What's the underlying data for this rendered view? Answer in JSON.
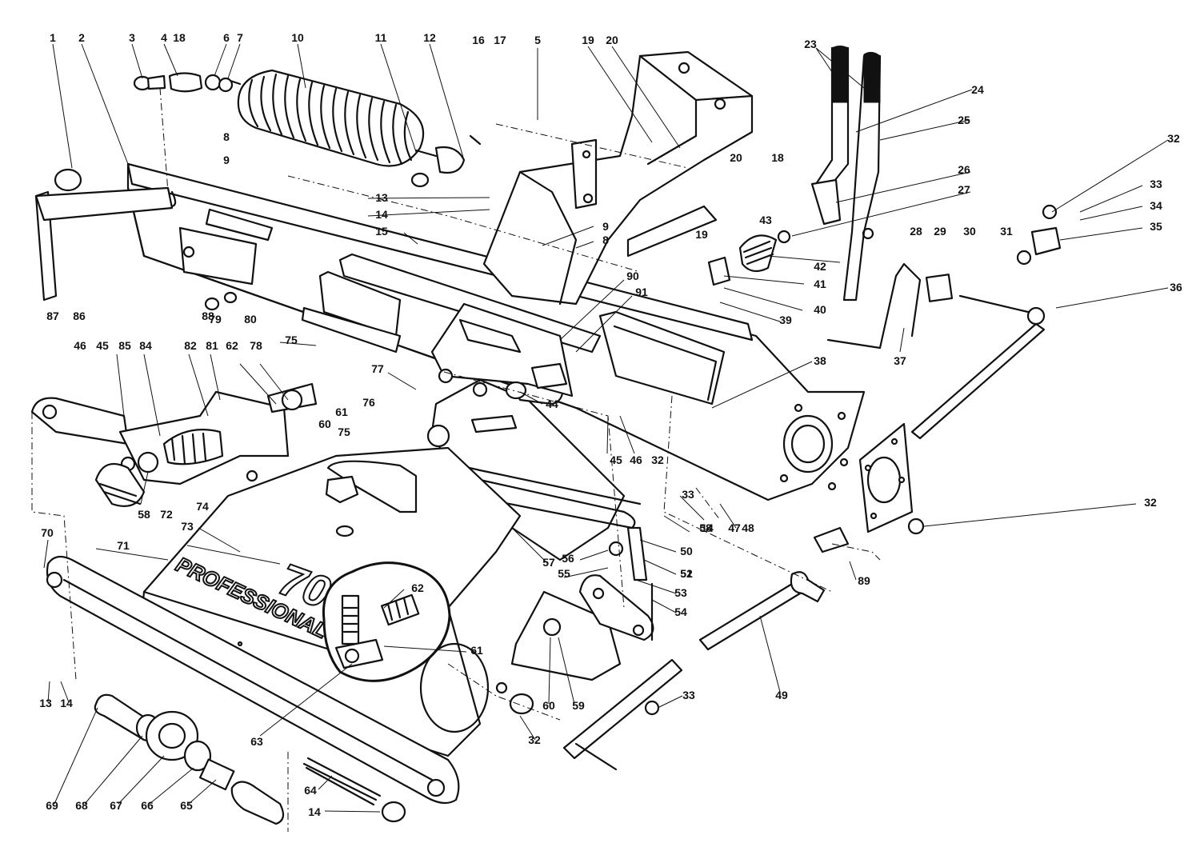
{
  "decal": {
    "model": "70",
    "brand": "PROFESSIONAL"
  },
  "callouts": [
    {
      "n": "1"
    },
    {
      "n": "2"
    },
    {
      "n": "3"
    },
    {
      "n": "4"
    },
    {
      "n": "18"
    },
    {
      "n": "6"
    },
    {
      "n": "7"
    },
    {
      "n": "10"
    },
    {
      "n": "11"
    },
    {
      "n": "12"
    },
    {
      "n": "16"
    },
    {
      "n": "17"
    },
    {
      "n": "5"
    },
    {
      "n": "19"
    },
    {
      "n": "20"
    },
    {
      "n": "23"
    },
    {
      "n": "24"
    },
    {
      "n": "25"
    },
    {
      "n": "32"
    },
    {
      "n": "33"
    },
    {
      "n": "34"
    },
    {
      "n": "35"
    },
    {
      "n": "20"
    },
    {
      "n": "18"
    },
    {
      "n": "26"
    },
    {
      "n": "27"
    },
    {
      "n": "8"
    },
    {
      "n": "9"
    },
    {
      "n": "13"
    },
    {
      "n": "14"
    },
    {
      "n": "15"
    },
    {
      "n": "9"
    },
    {
      "n": "8"
    },
    {
      "n": "19"
    },
    {
      "n": "43"
    },
    {
      "n": "42"
    },
    {
      "n": "41"
    },
    {
      "n": "40"
    },
    {
      "n": "39"
    },
    {
      "n": "28"
    },
    {
      "n": "29"
    },
    {
      "n": "30"
    },
    {
      "n": "31"
    },
    {
      "n": "36"
    },
    {
      "n": "37"
    },
    {
      "n": "87"
    },
    {
      "n": "86"
    },
    {
      "n": "88"
    },
    {
      "n": "79"
    },
    {
      "n": "80"
    },
    {
      "n": "90"
    },
    {
      "n": "91"
    },
    {
      "n": "46"
    },
    {
      "n": "45"
    },
    {
      "n": "85"
    },
    {
      "n": "84"
    },
    {
      "n": "82"
    },
    {
      "n": "81"
    },
    {
      "n": "62"
    },
    {
      "n": "78"
    },
    {
      "n": "75"
    },
    {
      "n": "77"
    },
    {
      "n": "61"
    },
    {
      "n": "60"
    },
    {
      "n": "76"
    },
    {
      "n": "44"
    },
    {
      "n": "38"
    },
    {
      "n": "45"
    },
    {
      "n": "46"
    },
    {
      "n": "32"
    },
    {
      "n": "75"
    },
    {
      "n": "33"
    },
    {
      "n": "48"
    },
    {
      "n": "58"
    },
    {
      "n": "72"
    },
    {
      "n": "73"
    },
    {
      "n": "74"
    },
    {
      "n": "70"
    },
    {
      "n": "71"
    },
    {
      "n": "58"
    },
    {
      "n": "14"
    },
    {
      "n": "47"
    },
    {
      "n": "32"
    },
    {
      "n": "50"
    },
    {
      "n": "51"
    },
    {
      "n": "56"
    },
    {
      "n": "52"
    },
    {
      "n": "57"
    },
    {
      "n": "55"
    },
    {
      "n": "53"
    },
    {
      "n": "54"
    },
    {
      "n": "62"
    },
    {
      "n": "61"
    },
    {
      "n": "89"
    },
    {
      "n": "49"
    },
    {
      "n": "13"
    },
    {
      "n": "14"
    },
    {
      "n": "63"
    },
    {
      "n": "60"
    },
    {
      "n": "59"
    },
    {
      "n": "33"
    },
    {
      "n": "32"
    },
    {
      "n": "69"
    },
    {
      "n": "68"
    },
    {
      "n": "67"
    },
    {
      "n": "66"
    },
    {
      "n": "65"
    },
    {
      "n": "64"
    },
    {
      "n": "14"
    }
  ]
}
